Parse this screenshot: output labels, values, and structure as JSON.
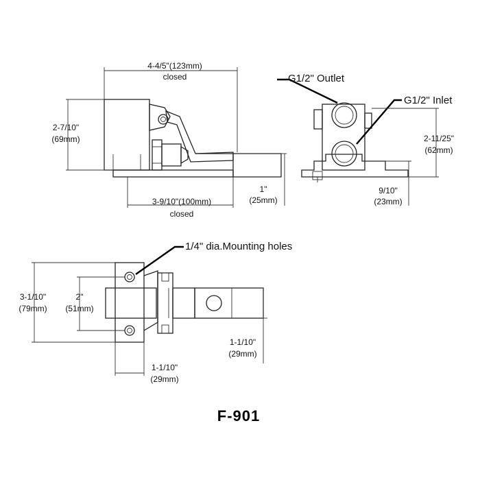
{
  "model": "F-901",
  "side_view": {
    "width_top": "4-4/5\"(123mm)",
    "width_top_note": "closed",
    "height_left": "2-7/10\"",
    "height_left_mm": "(69mm)",
    "pedal_height": "1\"",
    "pedal_height_mm": "(25mm)",
    "width_bottom": "3-9/10\"(100mm)",
    "width_bottom_note": "closed"
  },
  "end_view": {
    "outlet": "G1/2\" Outlet",
    "inlet": "G1/2\" Inlet",
    "height_right": "2-11/25\"",
    "height_right_mm": "(62mm)",
    "base_height": "9/10\"",
    "base_height_mm": "(23mm)"
  },
  "top_view": {
    "mounting_holes": "1/4\" dia.Mounting holes",
    "width_left": "3-1/10\"",
    "width_left_mm": "(79mm)",
    "hole_spacing": "2\"",
    "hole_spacing_mm": "(51mm)",
    "pedal_width": "1-1/10\"",
    "pedal_width_mm": "(29mm)",
    "base_depth": "1-1/10\"",
    "base_depth_mm": "(29mm)"
  }
}
